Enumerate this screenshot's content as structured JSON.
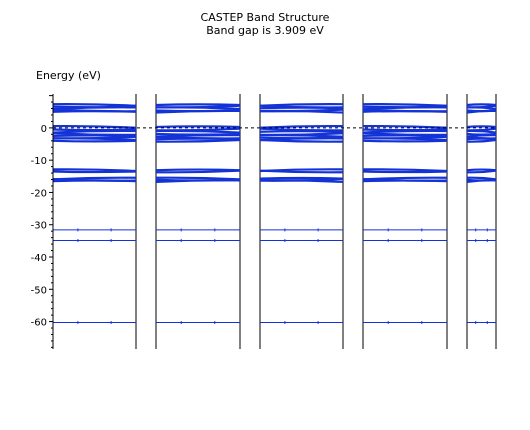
{
  "chart_data": {
    "type": "line",
    "title": "CASTEP Band Structure",
    "subtitle": "Band gap is 3.909 eV",
    "ylabel": "Energy (eV)",
    "xlabel": "",
    "ylim": [
      -68.5,
      10.5
    ],
    "yticks": [
      0,
      -10,
      -20,
      -30,
      -40,
      -50,
      -60
    ],
    "ytick_labels": [
      "0",
      "-10",
      "-20",
      "-30",
      "-40",
      "-50",
      "-60"
    ],
    "fermi_level": 0,
    "band_color": "#1433d6",
    "panels": 5,
    "band_groups": [
      {
        "name": "",
        "energies": [
          7.1,
          6.6,
          6.1,
          5.4,
          5.0
        ]
      },
      {
        "name": "",
        "energies": [
          0.3,
          -0.5,
          -1.2,
          -1.9,
          -2.5,
          -3.0,
          -3.5,
          -4.0
        ]
      },
      {
        "name": "",
        "energies": [
          -13.1,
          -13.5,
          -15.7,
          -16.1,
          -16.5
        ]
      },
      {
        "name": "",
        "energies": [
          -31.6
        ]
      },
      {
        "name": "",
        "energies": [
          -34.9
        ]
      },
      {
        "name": "",
        "energies": [
          -60.3
        ]
      }
    ]
  }
}
